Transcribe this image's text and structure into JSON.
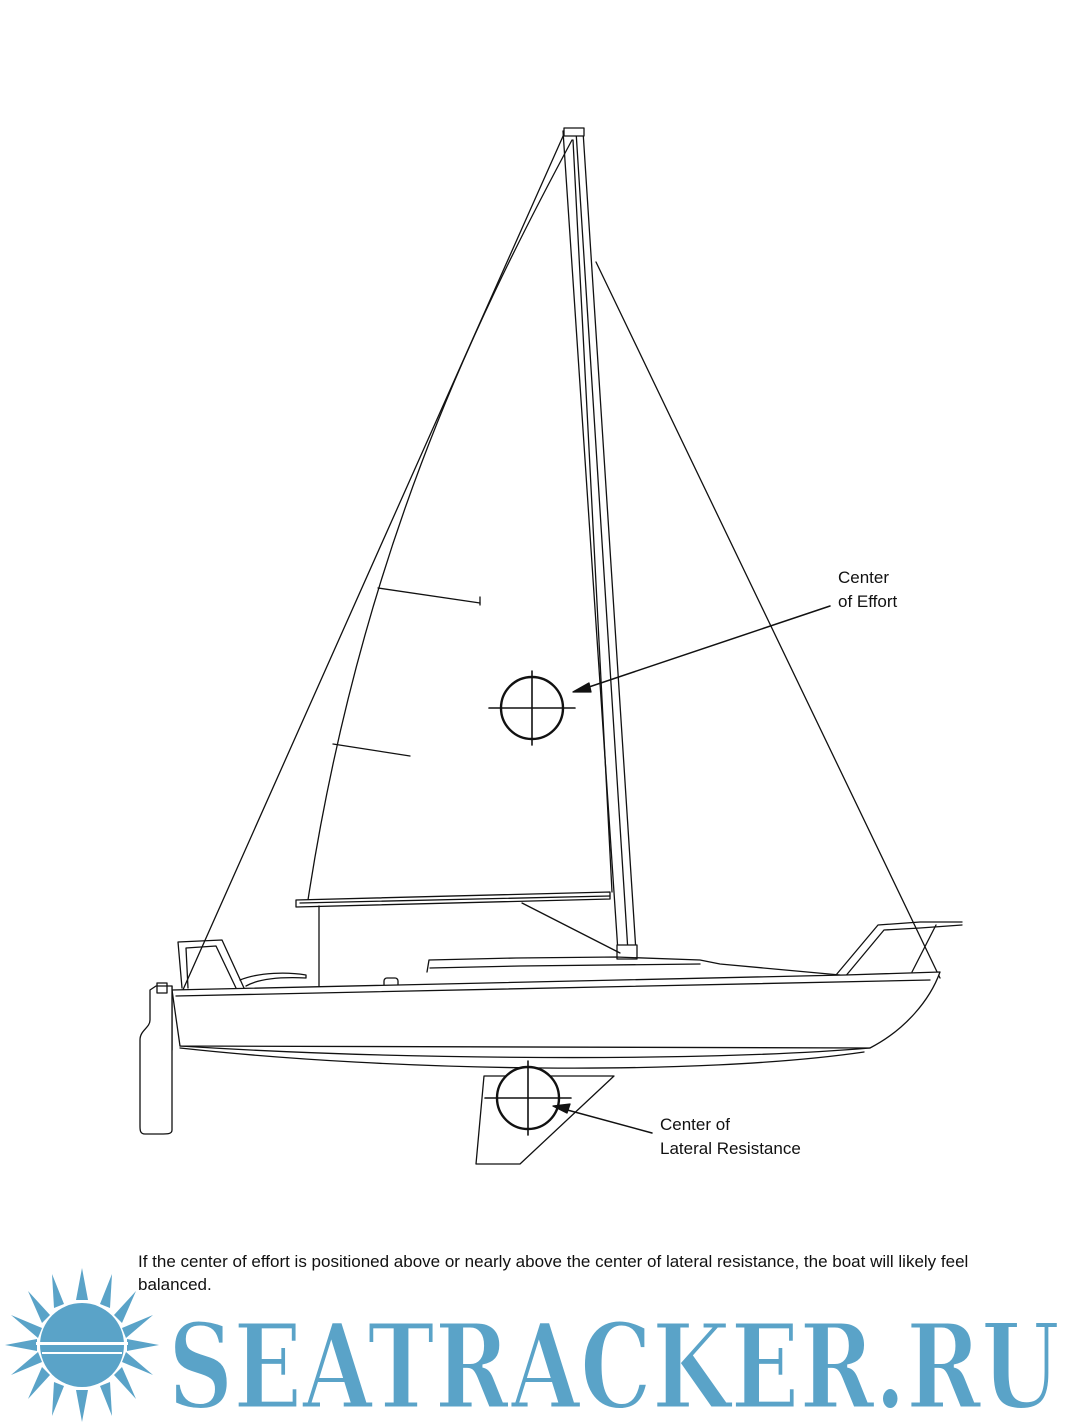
{
  "labels": {
    "center_of_effort": [
      "Center",
      "of Effort"
    ],
    "center_of_lateral_resistance": [
      "Center of",
      "Lateral Resistance"
    ]
  },
  "caption": "If the center of effort is positioned above or nearly above the center of lateral resistance, the boat will likely feel balanced.",
  "watermark": {
    "text": "SEATRACKER.RU",
    "color": "#5aa3c8"
  },
  "colors": {
    "line": "#111111",
    "background": "#ffffff"
  }
}
